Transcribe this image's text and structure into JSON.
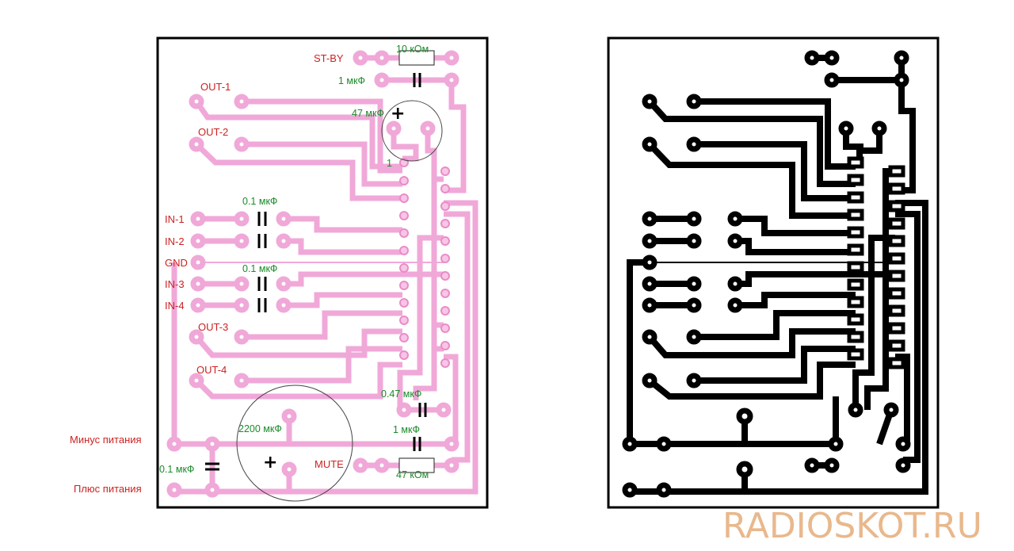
{
  "left_board": {
    "connectors": {
      "st_by": "ST-BY",
      "out_1": "OUT-1",
      "out_2": "OUT-2",
      "in_1": "IN-1",
      "in_2": "IN-2",
      "gnd": "GND",
      "in_3": "IN-3",
      "in_4": "IN-4",
      "out_3": "OUT-3",
      "out_4": "OUT-4",
      "minus_power": "Минус питания",
      "plus_power": "Плюс питания",
      "mute": "MUTE"
    },
    "components": {
      "r_10k": "10 кОм",
      "c_1uf_top": "1 мкФ",
      "c_47uf": "47 мкФ",
      "pin_1": "1",
      "c_01uf_a": "0.1 мкФ",
      "c_01uf_b": "0.1 мкФ",
      "c_047uf": "0.47 мкФ",
      "c_2200uf": "2200 мкФ",
      "c_1uf_bottom": "1 мкФ",
      "c_01uf_power": "0.1 мкФ",
      "r_47k": "47 кОм"
    },
    "polarity_marks": [
      "+",
      "+"
    ]
  },
  "watermark": "RADIOSKOT.RU",
  "colors": {
    "silkscreen_trace": "#f0a8d8",
    "connector_label": "#cc2222",
    "component_label": "#1a8a2a",
    "copper": "#000000",
    "watermark": "#e9b88c"
  }
}
